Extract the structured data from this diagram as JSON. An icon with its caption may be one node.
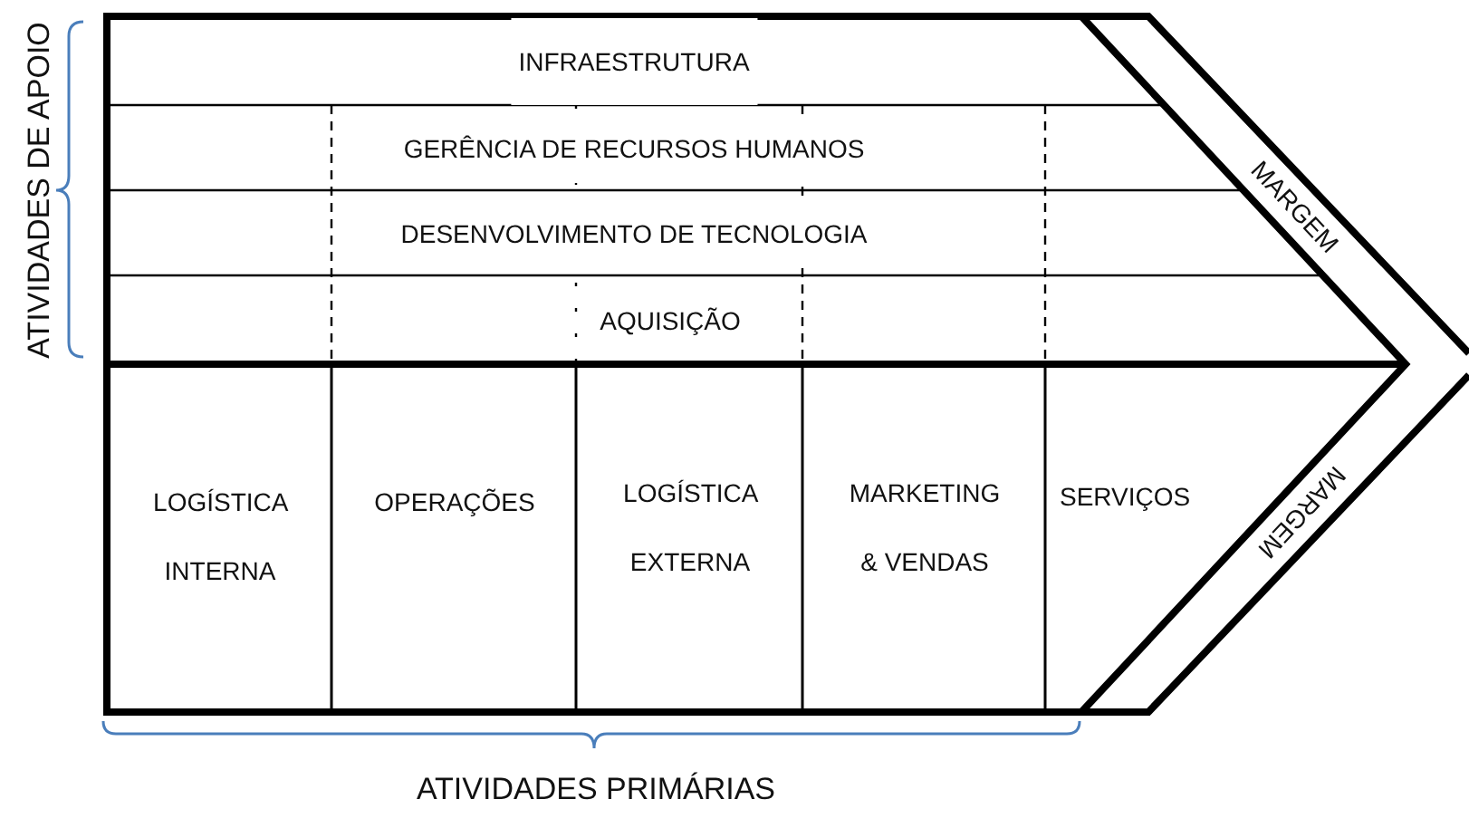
{
  "diagram": {
    "nodes": [
      {
        "text": [
          "INFRAESTRUTURA"
        ]
      },
      {
        "text": [
          "GERÊNCIA DE RECURSOS HUMANOS"
        ]
      },
      {
        "text": [
          "DESENVOLVIMENTO DE TECNOLOGIA"
        ]
      },
      {
        "text": [
          "AQUISIÇÃO"
        ]
      },
      {
        "text": [
          "LOGÍSTICA INTERNA"
        ]
      },
      {
        "text": [
          "OPERAÇÕES"
        ]
      },
      {
        "text": [
          "LOGÍSTICA EXTERNA"
        ]
      },
      {
        "text": [
          "MARKETING & VENDAS"
        ]
      },
      {
        "text": [
          "SERVIÇOS"
        ]
      }
    ],
    "labels": [
      "ATIVIDADES DE APOIO",
      "MARGEM",
      "MARGEM",
      "ATIVIDADES PRIMÁRIAS"
    ]
  }
}
